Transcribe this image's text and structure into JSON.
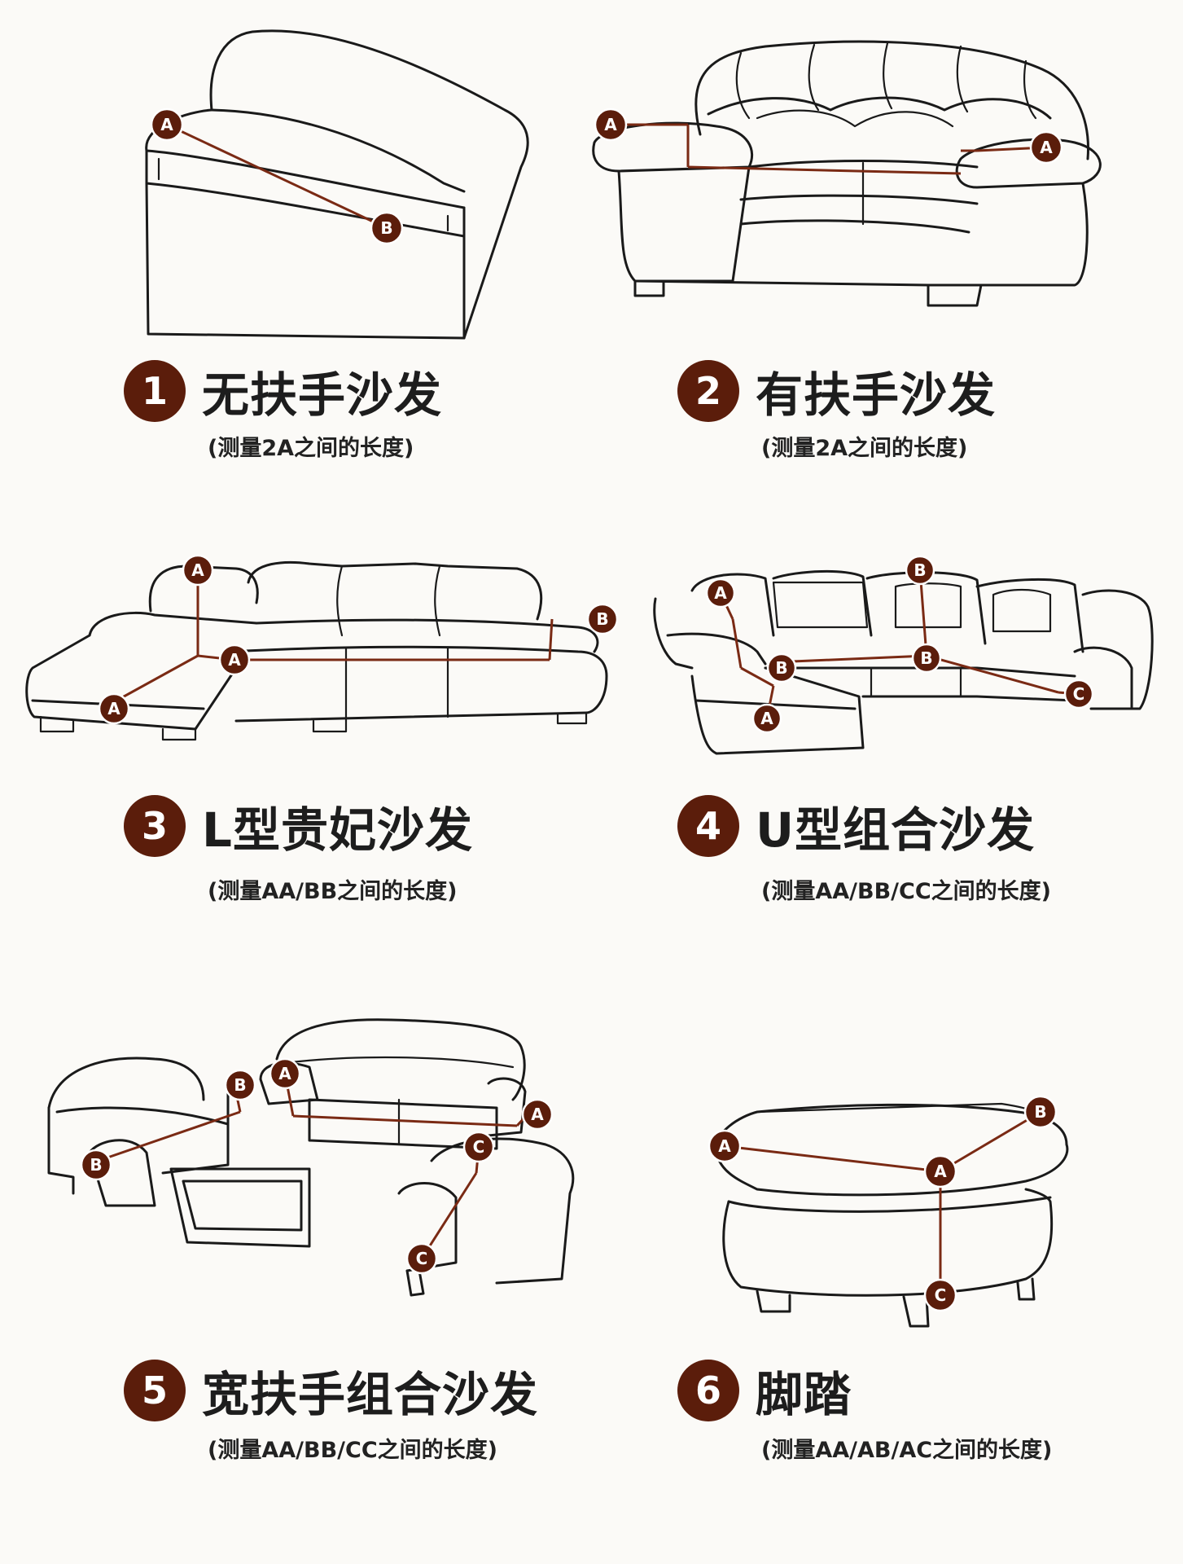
{
  "panels": [
    {
      "number": "1",
      "title": "无扶手沙发",
      "instruction": "(测量2A之间的长度)",
      "points": [
        "A",
        "B"
      ]
    },
    {
      "number": "2",
      "title": "有扶手沙发",
      "instruction": "(测量2A之间的长度)",
      "points": [
        "A",
        "A"
      ]
    },
    {
      "number": "3",
      "title": "L型贵妃沙发",
      "instruction": "(测量AA/BB之间的长度)",
      "points": [
        "A",
        "A",
        "A",
        "B"
      ]
    },
    {
      "number": "4",
      "title": "U型组合沙发",
      "instruction": "(测量AA/BB/CC之间的长度)",
      "points": [
        "A",
        "A",
        "B",
        "B",
        "B",
        "C"
      ]
    },
    {
      "number": "5",
      "title": "宽扶手组合沙发",
      "instruction": "(测量AA/BB/CC之间的长度)",
      "points": [
        "A",
        "A",
        "B",
        "B",
        "C",
        "C"
      ]
    },
    {
      "number": "6",
      "title": "脚踏",
      "instruction": "(测量AA/AB/AC之间的长度)",
      "points": [
        "A",
        "A",
        "B",
        "C"
      ]
    }
  ],
  "colors": {
    "accent": "#5b1d0b",
    "measure_line": "#7a2a14",
    "line_art": "#1a1a1a",
    "background": "#fbfaf7"
  }
}
